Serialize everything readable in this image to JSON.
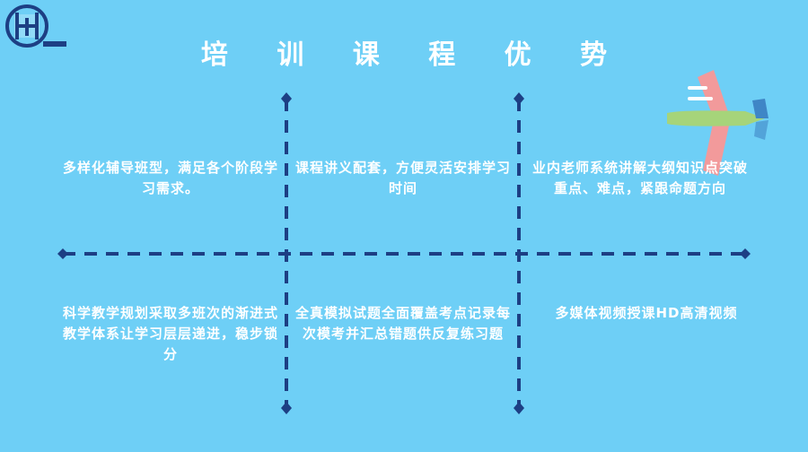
{
  "title": "培 训 课 程 优 势",
  "logo": {
    "icon": "logo-icon",
    "caption": ""
  },
  "decoration": {
    "icon": "airplane-icon"
  },
  "colors": {
    "background": "#6ecff6",
    "dash": "#1d3f84",
    "text": "#ffffff"
  },
  "cells": [
    {
      "text": "多样化辅导班型，满足各个阶段学习需求。"
    },
    {
      "text": "课程讲义配套，方便灵活安排学习时间"
    },
    {
      "text": "业内老师系统讲解大纲知识点突破重点、难点，紧跟命题方向"
    },
    {
      "text": "科学教学规划采取多班次的渐进式教学体系让学习层层递进，稳步锁分"
    },
    {
      "text": "全真模拟试题全面覆盖考点记录每次模考并汇总错题供反复练习题"
    },
    {
      "text": "多媒体视频授课HD高清视频"
    }
  ]
}
